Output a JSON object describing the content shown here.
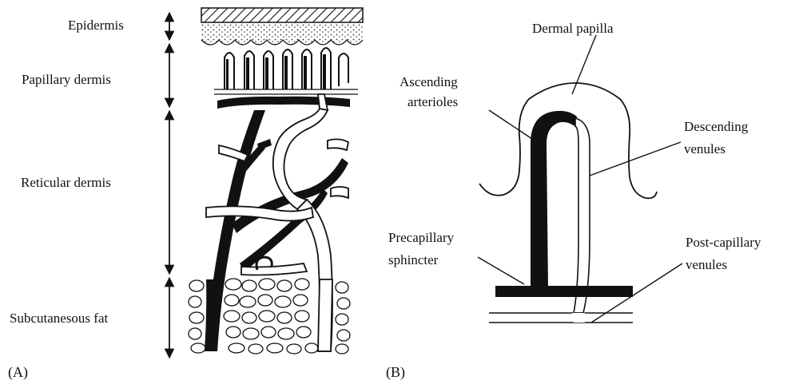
{
  "panel_a": {
    "label": "(A)",
    "layers": {
      "epidermis": "Epidermis",
      "papillary": "Papillary dermis",
      "reticular": "Reticular dermis",
      "subcutaneous": "Subcutanesous fat"
    }
  },
  "panel_b": {
    "label": "(B)",
    "callouts": {
      "dermal_papilla": "Dermal papilla",
      "ascending_1": "Ascending",
      "ascending_2": "arterioles",
      "descending_1": "Descending",
      "descending_2": "venules",
      "precap_1": "Precapillary",
      "precap_2": "sphincter",
      "postcap_1": "Post-capillary",
      "postcap_2": "venules"
    }
  },
  "colors": {
    "ink": "#111111",
    "paper": "#ffffff"
  }
}
